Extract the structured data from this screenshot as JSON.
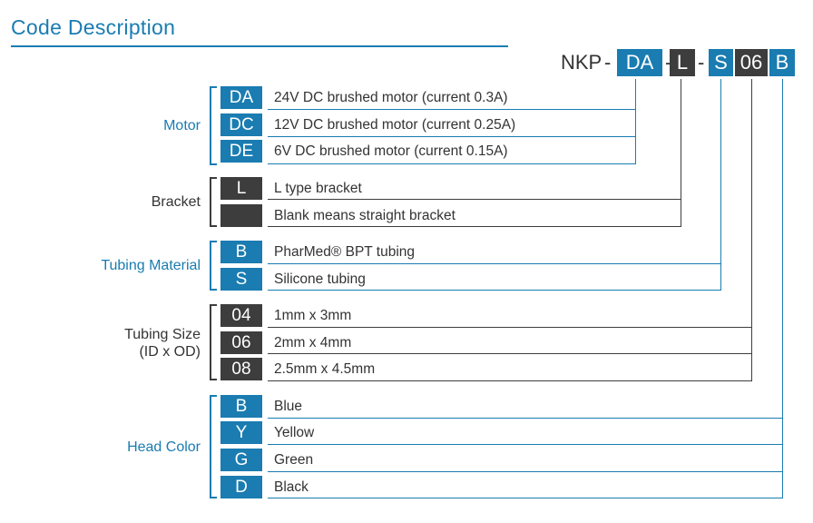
{
  "title": "Code  Description",
  "model": {
    "prefix": "NKP",
    "dash": "-",
    "parts": [
      {
        "code": "DA",
        "color": "#1a7cb1"
      },
      {
        "code": "L",
        "color": "#3d3d3d"
      },
      {
        "code": "S",
        "color": "#1a7cb1"
      },
      {
        "code": "06",
        "color": "#3d3d3d"
      },
      {
        "code": "B",
        "color": "#1a7cb1"
      }
    ]
  },
  "groups": [
    {
      "label": "Motor",
      "rows": [
        {
          "code": "DA",
          "desc": "24V DC brushed motor  (current 0.3A)"
        },
        {
          "code": "DC",
          "desc": "12V DC brushed motor  (current 0.25A)"
        },
        {
          "code": "DE",
          "desc": "6V DC brushed motor  (current 0.15A)"
        }
      ]
    },
    {
      "label": "Bracket",
      "rows": [
        {
          "code": "L",
          "desc": "L type bracket"
        },
        {
          "code": "",
          "desc": "Blank means straight bracket"
        }
      ]
    },
    {
      "label": "Tubing Material",
      "rows": [
        {
          "code": "B",
          "desc": "PharMed® BPT tubing"
        },
        {
          "code": "S",
          "desc": "Silicone tubing"
        }
      ]
    },
    {
      "label_line1": "Tubing Size",
      "label_line2": "(ID x OD)",
      "rows": [
        {
          "code": "04",
          "desc": "1mm x 3mm"
        },
        {
          "code": "06",
          "desc": "2mm x 4mm"
        },
        {
          "code": "08",
          "desc": "2.5mm x 4.5mm"
        }
      ]
    },
    {
      "label": "Head Color",
      "rows": [
        {
          "code": "B",
          "desc": "Blue"
        },
        {
          "code": "Y",
          "desc": "Yellow"
        },
        {
          "code": "G",
          "desc": "Green"
        },
        {
          "code": "D",
          "desc": "Black"
        }
      ]
    }
  ],
  "colors": {
    "accent": "#1a7cb1",
    "dark": "#3d3d3d",
    "text": "#333333"
  }
}
